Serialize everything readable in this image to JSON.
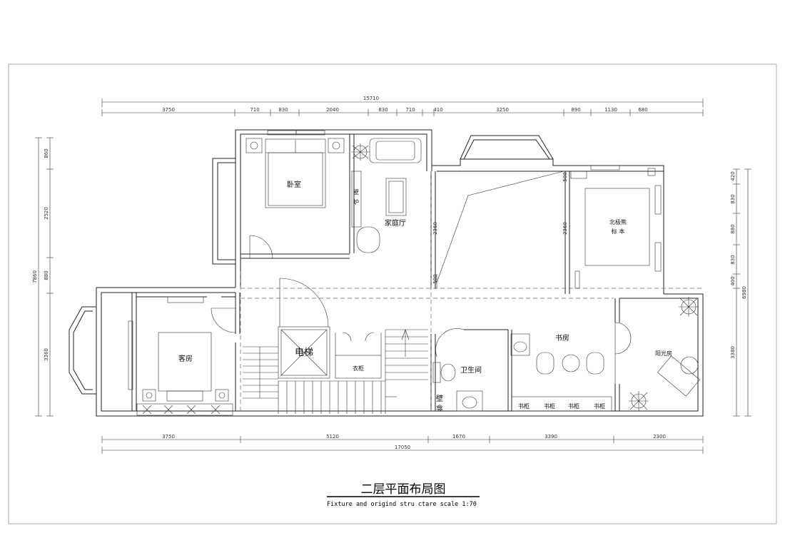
{
  "dimensions": {
    "top_total": "15710",
    "top_segments": [
      "3750",
      "710",
      "830",
      "2040",
      "830",
      "710",
      "410",
      "3250",
      "890",
      "1130",
      "680"
    ],
    "bottom_segments": [
      "3750",
      "5120",
      "1670",
      "3390",
      "2300"
    ],
    "bottom_total": "17050",
    "left_total": "7860",
    "left_segments": [
      "860",
      "2520",
      "880",
      "3360"
    ],
    "right_total": "6980",
    "right_segments": [
      "420",
      "830",
      "880",
      "830",
      "400",
      "3380"
    ],
    "inner_2360_a": "2360",
    "inner_2360_b": "2360",
    "inner_500_a": "500",
    "inner_500_b": "500"
  },
  "rooms": {
    "bedroom": "卧室",
    "family_hall": "家庭厅",
    "fireplace_1": "壁",
    "fireplace_2": "炉",
    "polar_bear_1": "北极熊",
    "polar_bear_2": "标  本",
    "guest_room": "客房",
    "elevator": "电梯",
    "wardrobe": "衣柜",
    "bathroom": "卫生间",
    "study": "书房",
    "sunroom": "阳光房",
    "niche_1": "壁",
    "niche_2": "龛",
    "bookcases": [
      "书柜",
      "书柜",
      "书柜",
      "书柜"
    ]
  },
  "title": "二层平面布局图",
  "subtitle": "Fixture and origind stru ctare   scale 1:70"
}
